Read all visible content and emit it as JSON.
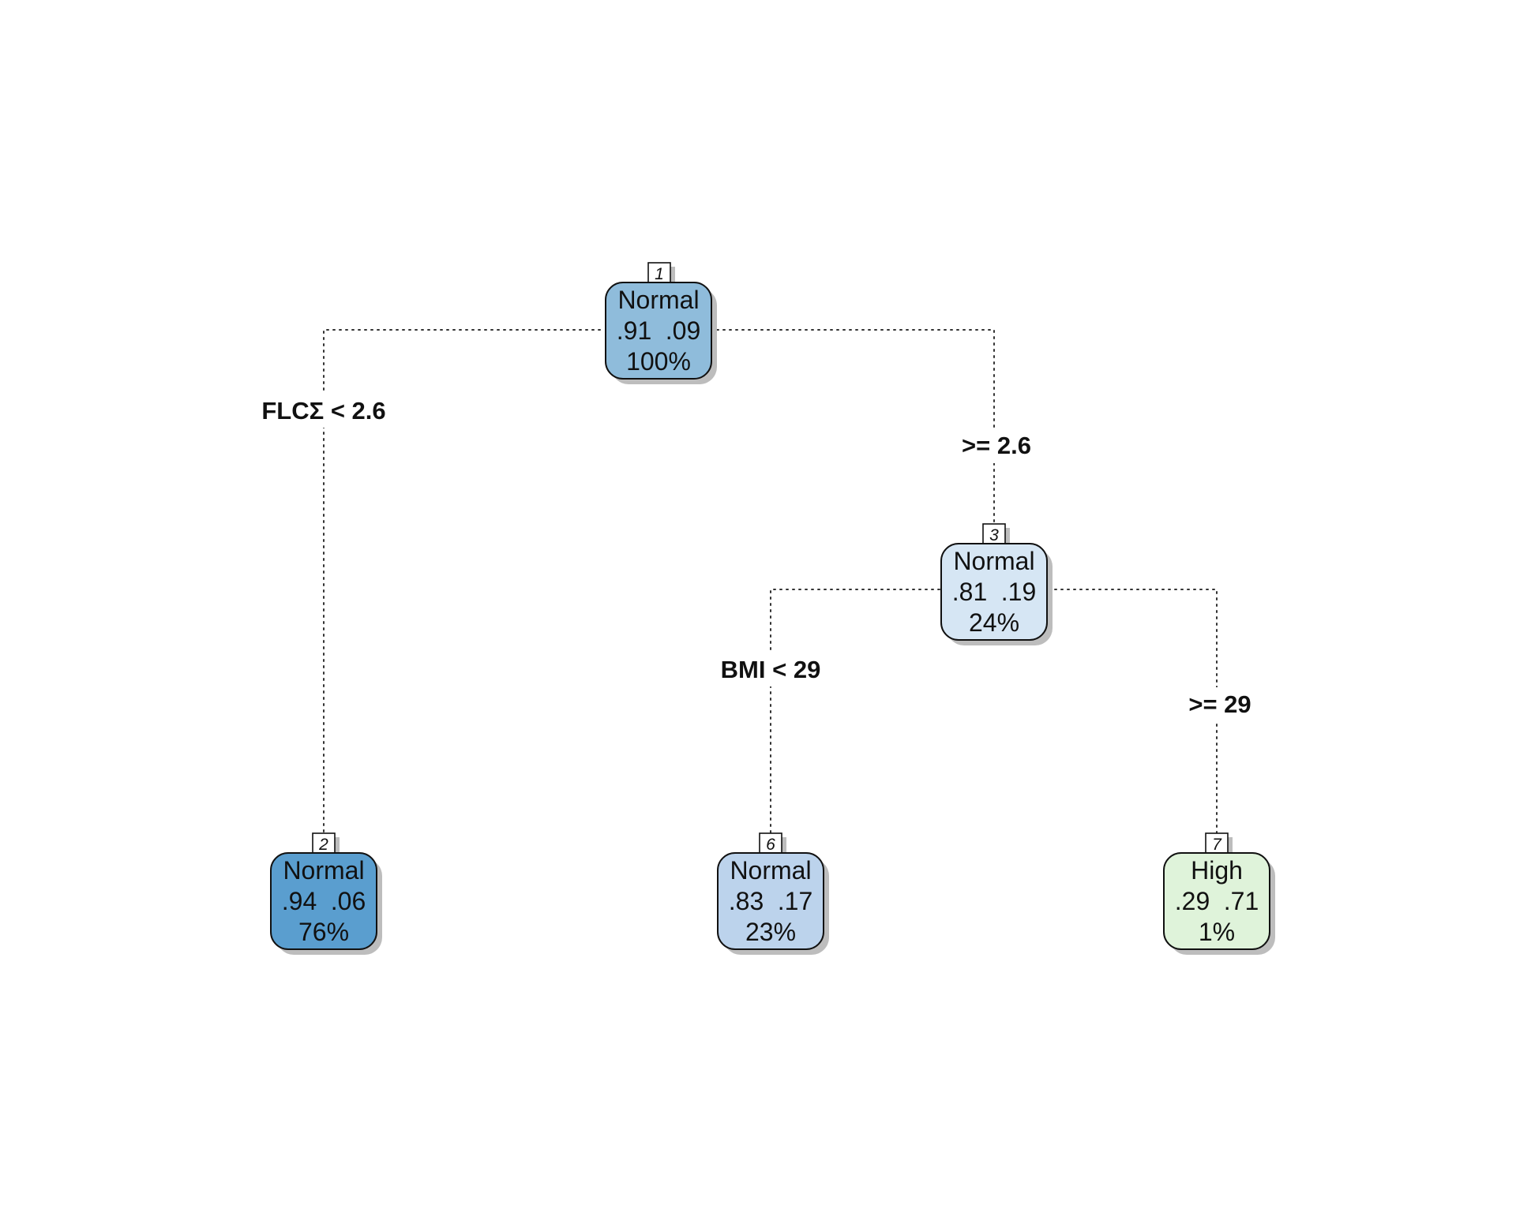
{
  "tree": {
    "nodes": [
      {
        "id": "1",
        "class": "Normal",
        "probs": [
          ".91",
          ".09"
        ],
        "percent": "100%",
        "fill": "#8FBCDB"
      },
      {
        "id": "2",
        "class": "Normal",
        "probs": [
          ".94",
          ".06"
        ],
        "percent": "76%",
        "fill": "#5A9ECF"
      },
      {
        "id": "3",
        "class": "Normal",
        "probs": [
          ".81",
          ".19"
        ],
        "percent": "24%",
        "fill": "#D6E6F4"
      },
      {
        "id": "6",
        "class": "Normal",
        "probs": [
          ".83",
          ".17"
        ],
        "percent": "23%",
        "fill": "#BCD3EC"
      },
      {
        "id": "7",
        "class": "High",
        "probs": [
          ".29",
          ".71"
        ],
        "percent": "1%",
        "fill": "#DFF3DA"
      }
    ],
    "splits": [
      {
        "parent": "1",
        "left_label": "FLCΣ < 2.6",
        "right_label": ">= 2.6"
      },
      {
        "parent": "3",
        "left_label": "BMI < 29",
        "right_label": ">= 29"
      }
    ]
  }
}
